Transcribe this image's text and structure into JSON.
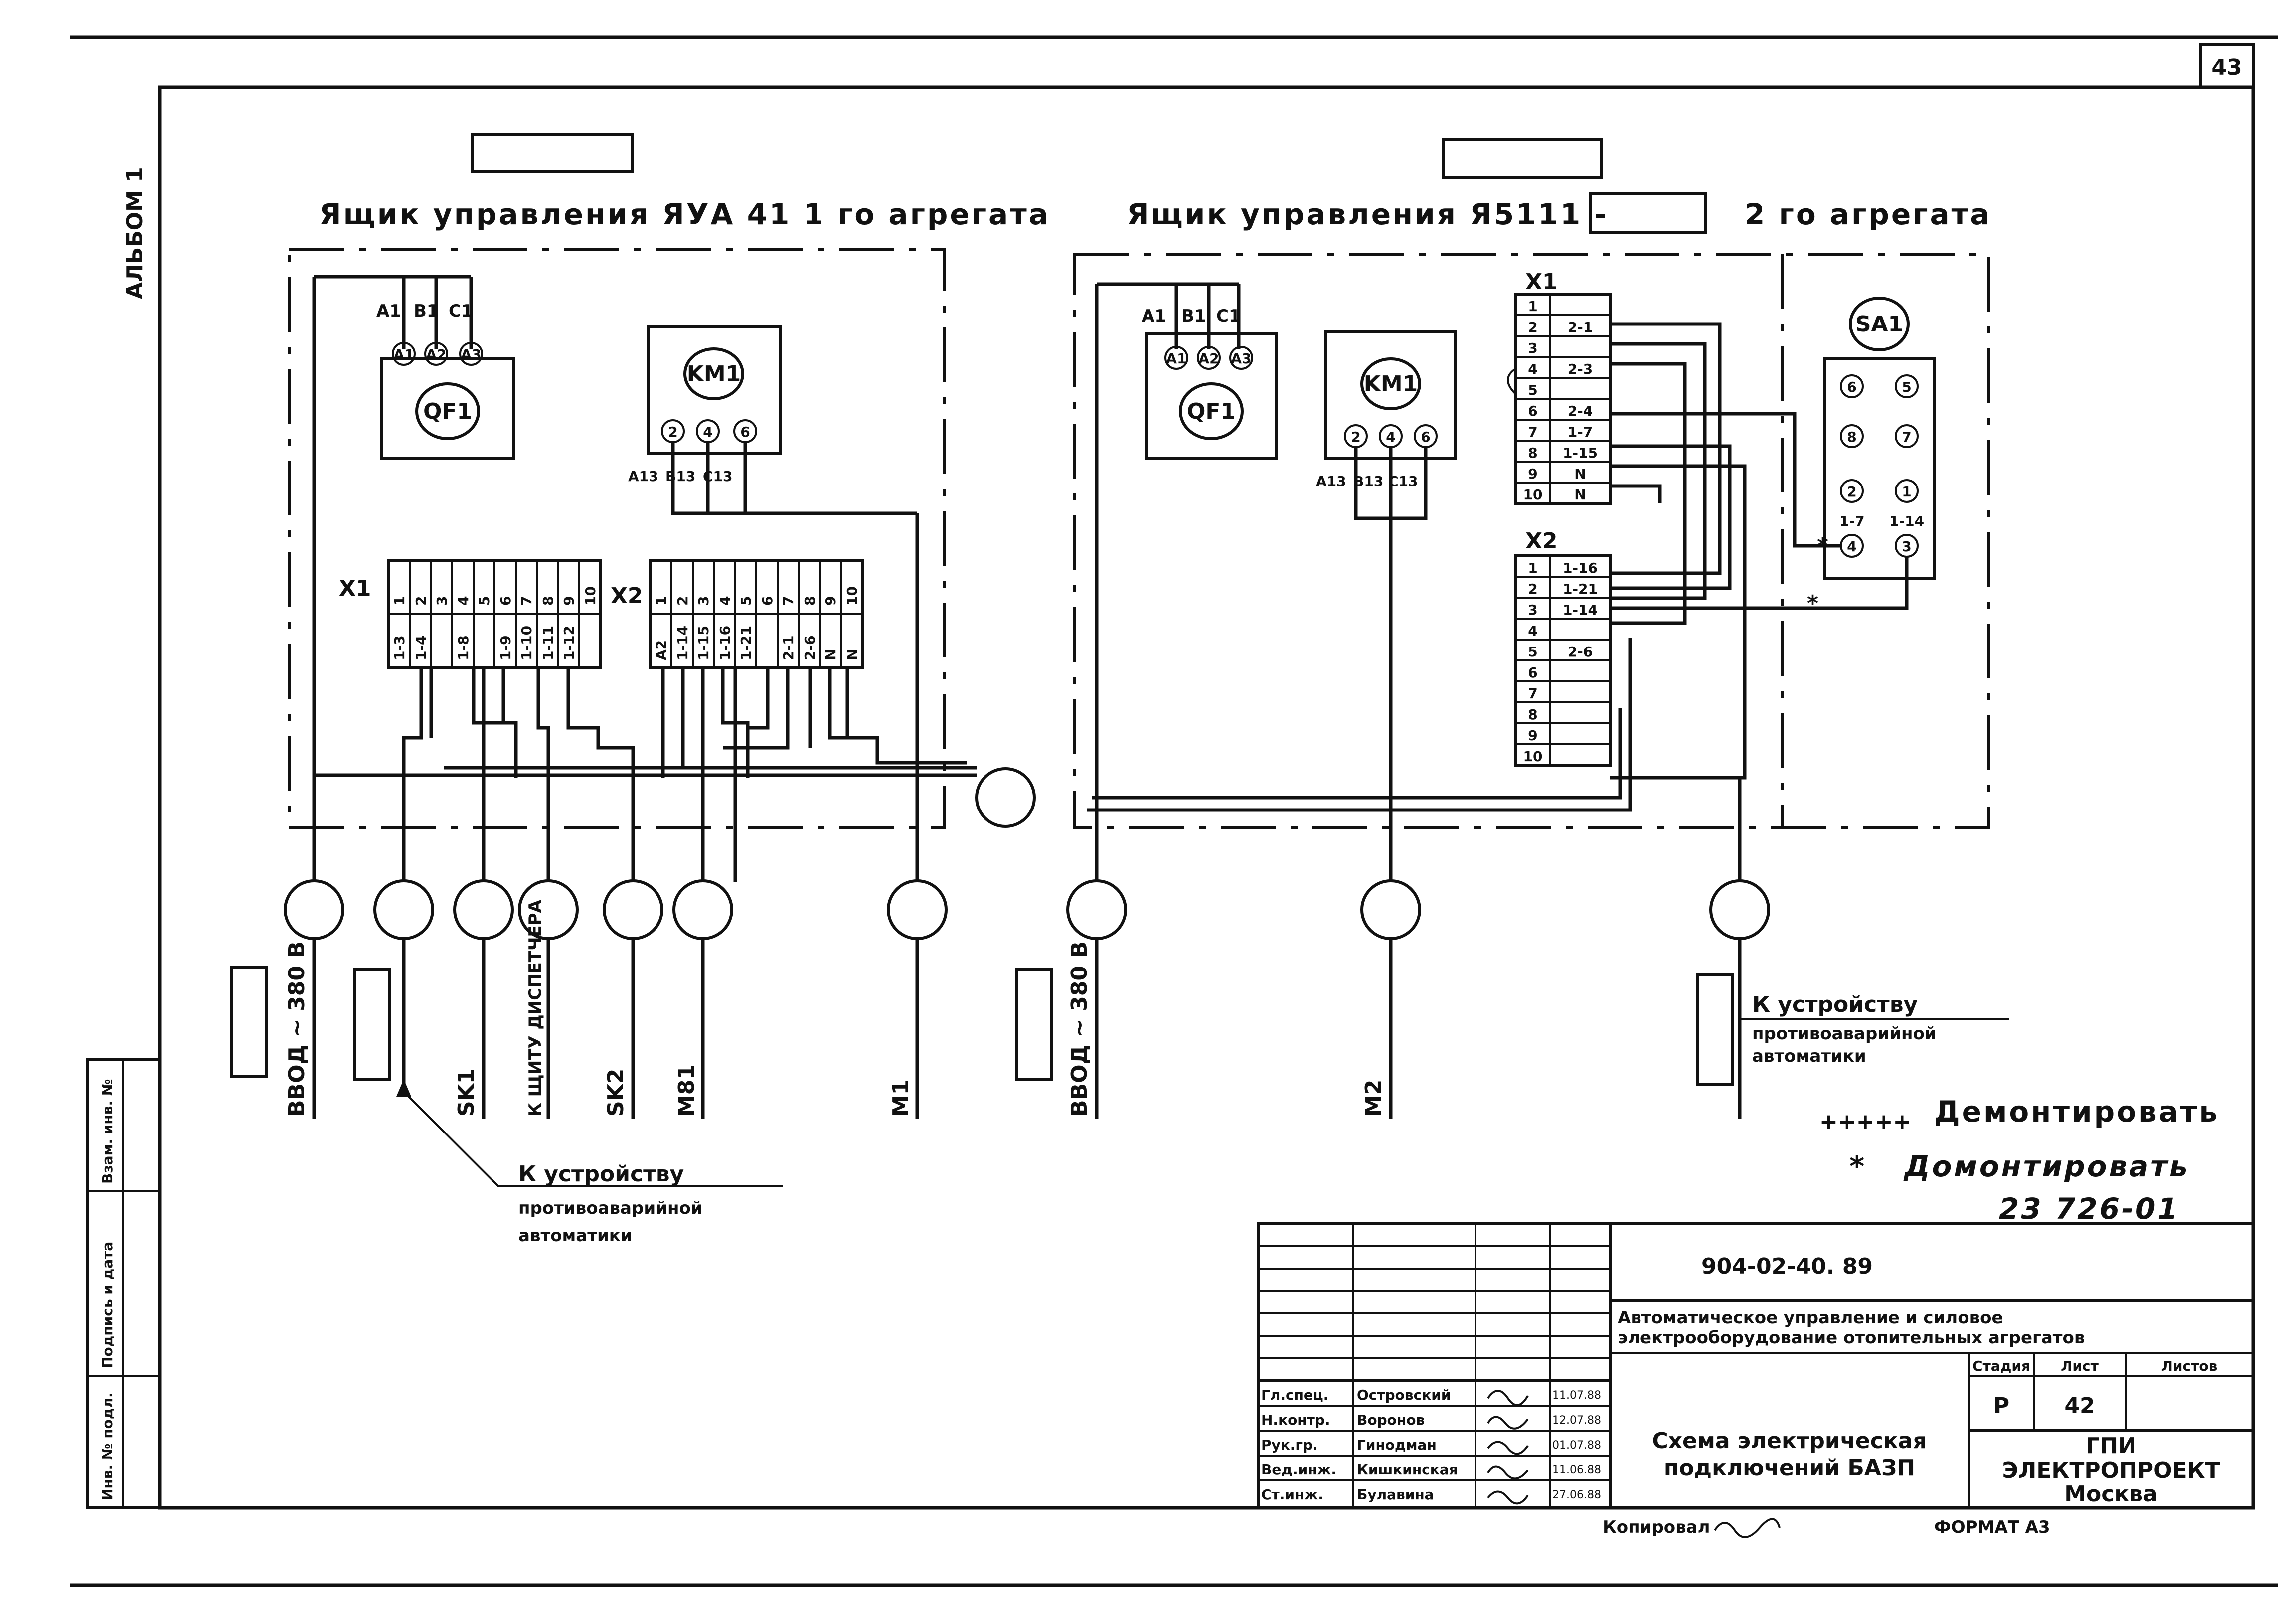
{
  "sheet": {
    "sheet_corner_number": "43",
    "album": "АЛЬБОМ 1",
    "copy_number": "23 726-01",
    "format": "ФОРМАТ А3",
    "copied_by": "Копировал"
  },
  "left_cabinet": {
    "title": "Ящик управления ЯУА 41 1 го агрегата",
    "breaker": "QF1",
    "breaker_phases": [
      "A1",
      "B1",
      "C1"
    ],
    "breaker_terminals": [
      "A1",
      "A2",
      "A3"
    ],
    "contactor": "KM1",
    "contactor_terminals": [
      "2",
      "4",
      "6"
    ],
    "contactor_outputs": [
      "A13",
      "B13",
      "C13"
    ],
    "x1_label": "X1",
    "x1_top": [
      "1",
      "2",
      "3",
      "4",
      "5",
      "6",
      "7",
      "8",
      "9",
      "10"
    ],
    "x1_bottom": [
      "1-3",
      "1-4",
      "",
      "1-8",
      "",
      "1-9",
      "1-10",
      "1-11",
      "1-12",
      ""
    ],
    "x2_label": "X2",
    "x2_top": [
      "1",
      "2",
      "3",
      "4",
      "5",
      "6",
      "7",
      "8",
      "9",
      "10"
    ],
    "x2_bottom": [
      "A2",
      "1-14",
      "1-15",
      "1-16",
      "1-21",
      "",
      "2-1",
      "2-6",
      "N",
      "N"
    ]
  },
  "right_cabinet": {
    "title_prefix": "Ящик управления Я5111 -",
    "title_suffix": "2 го агрегата",
    "breaker": "QF1",
    "breaker_phases": [
      "A1",
      "B1",
      "C1"
    ],
    "breaker_terminals": [
      "A1",
      "A2",
      "A3"
    ],
    "contactor": "KM1",
    "contactor_terminals": [
      "2",
      "4",
      "6"
    ],
    "contactor_outputs": [
      "A13",
      "B13",
      "C13"
    ],
    "switch": "SA1",
    "switch_contacts": [
      "6",
      "5",
      "8",
      "7",
      "2",
      "1",
      "4",
      "3"
    ],
    "switch_marks": [
      "1-7",
      "1-14"
    ],
    "x1_label": "X1",
    "x1_nums": [
      "1",
      "2",
      "3",
      "4",
      "5",
      "6",
      "7",
      "8",
      "9",
      "10"
    ],
    "x1_marks": [
      "",
      "2-1",
      "",
      "2-3",
      "",
      "2-4",
      "1-7",
      "1-15",
      "N",
      "N"
    ],
    "x2_label": "X2",
    "x2_nums": [
      "1",
      "2",
      "3",
      "4",
      "5",
      "6",
      "7",
      "8",
      "9",
      "10"
    ],
    "x2_marks": [
      "1-16",
      "1-21",
      "1-14",
      "",
      "2-6",
      "",
      "",
      "",
      "",
      ""
    ]
  },
  "cables": {
    "left": [
      "ВВОД ~ 380 В",
      "SK1",
      "К ЩИТУ ДИСПЕТЧЕРА",
      "SK2",
      "M81",
      "M1"
    ],
    "right": [
      "ВВОД ~ 380 В",
      "M2"
    ],
    "emergency_right": [
      "К устройству",
      "противоаварийной",
      "автоматики"
    ],
    "emergency_left": [
      "К устройству",
      "противоаварийной",
      "автоматики"
    ]
  },
  "legend": {
    "dismantle_symbol": "+++++",
    "dismantle": "Демонтировать",
    "mount_symbol": "*",
    "mount": "Домонтировать"
  },
  "title_block": {
    "document_code": "904-02-40. 89",
    "project_title_1": "Автоматическое управление и силовое",
    "project_title_2": "электрооборудование отопительных агрегатов",
    "sheet_title_1": "Схема электрическая",
    "sheet_title_2": "подключений БАЗП",
    "stage_header": "Стадия",
    "sheet_header": "Лист",
    "sheets_header": "Листов",
    "stage": "Р",
    "sheet": "42",
    "org_1": "ГПИ",
    "org_2": "ЭЛЕКТРОПРОЕКТ",
    "org_3": "Москва",
    "roles": [
      "Гл.спец.",
      "Н.контр.",
      "Рук.гр.",
      "Вед.инж.",
      "Ст.инж."
    ],
    "names": [
      "Островский",
      "Воронов",
      "Гинодман",
      "Кишкинская",
      "Булавина"
    ],
    "dates": [
      "11.07.88",
      "12.07.88",
      "01.07.88",
      "11.06.88",
      "27.06.88"
    ]
  },
  "side_stamp": [
    "Инв. № подл.",
    "Подпись и дата",
    "Взам. инв. №"
  ]
}
